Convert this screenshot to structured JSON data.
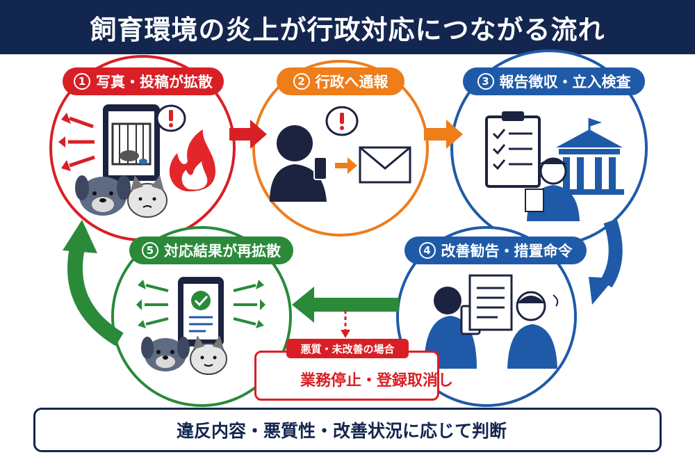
{
  "title": "飼育環境の炎上が行政対応につながる流れ",
  "steps": [
    {
      "num": "1",
      "label": "写真・投稿が拡散",
      "color": "#d81f26"
    },
    {
      "num": "2",
      "label": "行政へ通報",
      "color": "#ee7d1a"
    },
    {
      "num": "3",
      "label": "報告徴収・立入検査",
      "color": "#1f5aa8"
    },
    {
      "num": "4",
      "label": "改善勧告・措置命令",
      "color": "#1f5aa8"
    },
    {
      "num": "5",
      "label": "対応結果が再拡散",
      "color": "#2a8a3a"
    }
  ],
  "warning": {
    "condition": "悪質・未改善の場合",
    "penalty": "業務停止・登録取消し"
  },
  "footer": {
    "text": "違反内容・悪質性・改善状況に応じて判断",
    "icon": "scales-icon"
  },
  "colors": {
    "navy": "#13264f",
    "red": "#d81f26",
    "orange": "#ee7d1a",
    "blue": "#1f5aa8",
    "green": "#2a8a3a"
  }
}
